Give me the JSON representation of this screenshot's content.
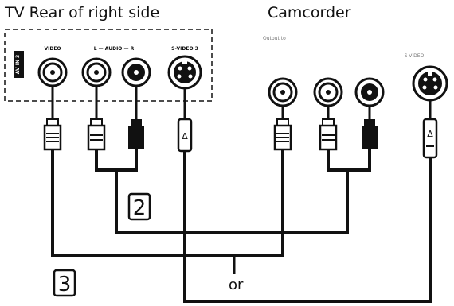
{
  "tv": {
    "title": "TV Rear of right side",
    "side_label": "AV IN 3",
    "video_label": "VIDEO",
    "audio_label": "L — AUDIO — R",
    "svideo_label": "S-VIDEO 3"
  },
  "camcorder": {
    "title": "Camcorder",
    "faint_label": "Output to",
    "svideo_label": "S-VIDEO"
  },
  "steps": {
    "two": "2",
    "three": "3"
  },
  "or_label": "or",
  "svideo_plug_mark": "Δ"
}
